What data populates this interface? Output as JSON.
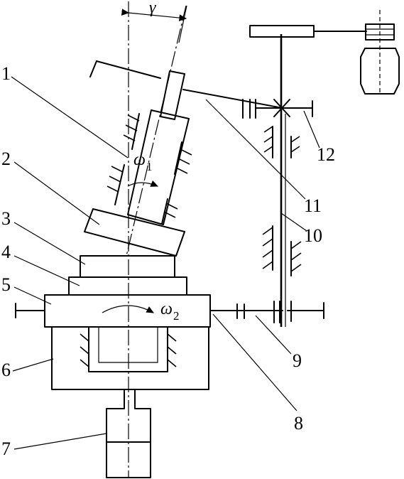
{
  "labels": {
    "l1": "1",
    "l2": "2",
    "l3": "3",
    "l4": "4",
    "l5": "5",
    "l6": "6",
    "l7": "7",
    "l8": "8",
    "l9": "9",
    "l10": "10",
    "l11": "11",
    "l12": "12"
  },
  "symbols": {
    "gamma": "γ",
    "omega1": "ω",
    "omega1_sub": "1",
    "omega2": "ω",
    "omega2_sub": "2"
  }
}
